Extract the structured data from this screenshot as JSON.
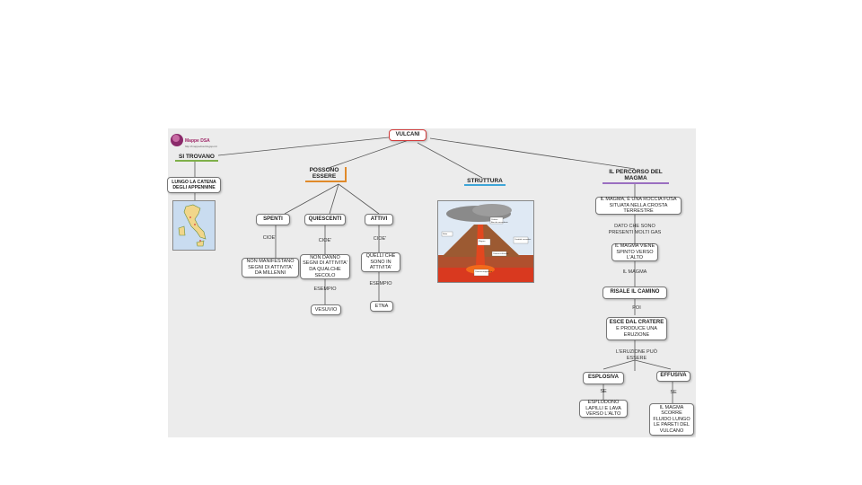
{
  "colors": {
    "accent_red": "#d23c3c",
    "green": "#7fb04a",
    "orange": "#e08a2a",
    "blue": "#3fa6d8",
    "purple": "#9a6fc0"
  },
  "logo": {
    "name": "Mappe DSA",
    "tagline": "http://mappedsa.blogspot.it"
  },
  "root": "VULCANI",
  "branch_trovano": {
    "title": "SI TROVANO",
    "box": "LUNGO LA CATENA DEGLI APPENNINE"
  },
  "branch_possono": {
    "title": "POSSONO ESSERE",
    "spenti": {
      "label": "SPENTI",
      "link": "CIOE'",
      "desc": "NON MANIFESTANO SEGNI DI ATTIVITA' DA MILLENNI"
    },
    "quiescenti": {
      "label": "QUIESCENTI",
      "link": "CIOE'",
      "desc": "NON DANNO SEGNI DI ATTIVITA' DA QUALCHE SECOLO",
      "link2": "ESEMPIO",
      "example": "VESUVIO"
    },
    "attivi": {
      "label": "ATTIVI",
      "link": "CIOE'",
      "desc": "QUELLI CHE SONO IN ATTIVITA'",
      "link2": "ESEMPIO",
      "example": "ETNA"
    }
  },
  "branch_struttura": {
    "title": "STRUTTURA",
    "image_labels": [
      "Cratere",
      "Camino vulcanico",
      "Nube",
      "Magma",
      "Condotti secondari",
      "Bocche secondarie",
      "Camera magmatica"
    ]
  },
  "branch_percorso": {
    "title": "IL PERCORSO DEL MAGMA",
    "step1": "IL MAGMA, È UNA ROCCIA FUSA SITUATA NELLA CROSTA TERRESTRE",
    "link1": "DATO CHE SONO PRESENTI MOLTI GAS",
    "step2": "IL MAGMA VIENE SPINTO VERSO L'ALTO",
    "link2": "IL MAGMA",
    "step3": "RISALE IL CAMINO",
    "link3": "POI",
    "step4_title": "ESCE DAL CRATERE",
    "step4_text": "E PRODUCE UNA ERUZIONE",
    "link4": "L'ERUZIONE PUÒ ESSERE",
    "esplosiva": {
      "label": "ESPLOSIVA",
      "link": "SE",
      "desc": "ESPLODONO LAPILLI E LAVA VERSO L'ALTO"
    },
    "effusiva": {
      "label": "EFFUSIVA",
      "link": "SE",
      "desc": "IL MAGMA SCORRE FLUIDO LUNGO LE PARETI DEL VULCANO"
    }
  }
}
